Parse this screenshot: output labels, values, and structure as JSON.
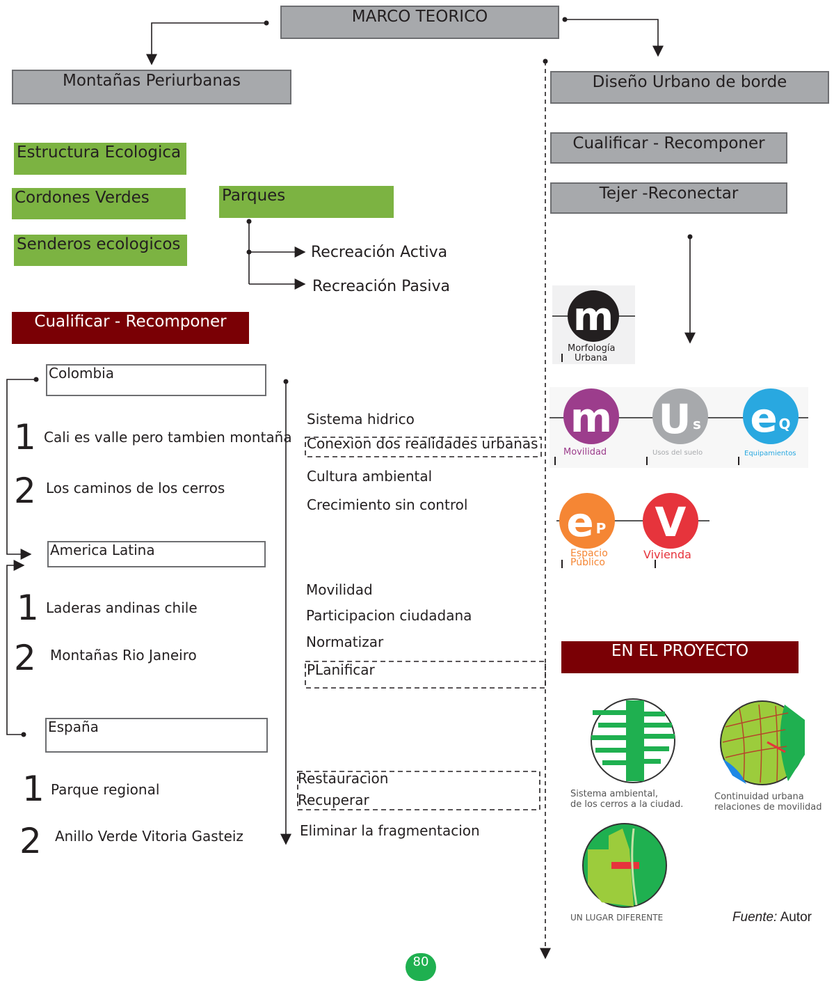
{
  "title": "MARCO TEORICO",
  "left": {
    "heading": "Montañas Periurbanas",
    "green_items": [
      "Estructura Ecologica",
      "Cordones Verdes",
      "Senderos ecologicos"
    ],
    "parques": {
      "label": "Parques",
      "children": [
        "Recreación Activa",
        "Recreación Pasiva"
      ]
    },
    "section": "Cualificar - Recomponer",
    "regions": [
      {
        "name": "Colombia",
        "items": [
          {
            "n": "1",
            "text": "Cali es valle pero tambien montaña"
          },
          {
            "n": "2",
            "text": "Los  caminos de los cerros"
          }
        ]
      },
      {
        "name": "America Latina",
        "items": [
          {
            "n": "1",
            "text": "Laderas andinas chile"
          },
          {
            "n": "2",
            "text": "Montañas Rio Janeiro"
          }
        ]
      },
      {
        "name": "España",
        "items": [
          {
            "n": "1",
            "text": "Parque regional"
          },
          {
            "n": "2",
            "text": "Anillo Verde Vitoria Gasteiz"
          }
        ]
      }
    ]
  },
  "middle": {
    "group1": [
      "Sistema hidrico",
      "Conexion dos realidades urbanas",
      "Cultura ambiental",
      "Crecimiento sin control"
    ],
    "group2": [
      "Movilidad",
      "Participacion ciudadana",
      "Normatizar",
      "PLanificar"
    ],
    "group3": [
      "Restauracion",
      "Recuperar",
      "Eliminar la fragmentacion"
    ]
  },
  "right": {
    "heading": "Diseño Urbano de borde",
    "boxes": [
      "Cualificar - Recomponer",
      "Tejer -Reconectar"
    ],
    "icons": [
      {
        "letter": "m",
        "label1": "Morfología",
        "label2": "Urbana",
        "color": "#231f20"
      },
      {
        "letter": "m",
        "label1": "Movilidad",
        "label2": "",
        "color": "#9c3d8c"
      },
      {
        "letter": "U",
        "sub": "s",
        "label1": "Usos del suelo",
        "label2": "",
        "color": "#a7a9ac"
      },
      {
        "letter": "e",
        "sub": "Q",
        "label1": "Equipamientos",
        "label2": "",
        "color": "#29a8e0"
      },
      {
        "letter": "e",
        "sub": "P",
        "label1": "Espacio",
        "label2": "Público",
        "color": "#f58634"
      },
      {
        "letter": "V",
        "label1": "Vivienda",
        "label2": "",
        "color": "#e6343c"
      }
    ],
    "project_box": "EN EL PROYECTO",
    "project_items": [
      {
        "caption1": "Sistema ambiental,",
        "caption2": "de los cerros a la ciudad."
      },
      {
        "caption1": "Continuidad urbana",
        "caption2": "relaciones de movilidad"
      },
      {
        "caption1": "UN LUGAR DIFERENTE",
        "caption2": ""
      }
    ]
  },
  "footer": {
    "label": "Fuente:",
    "value": "Autor"
  },
  "page_number": "80"
}
